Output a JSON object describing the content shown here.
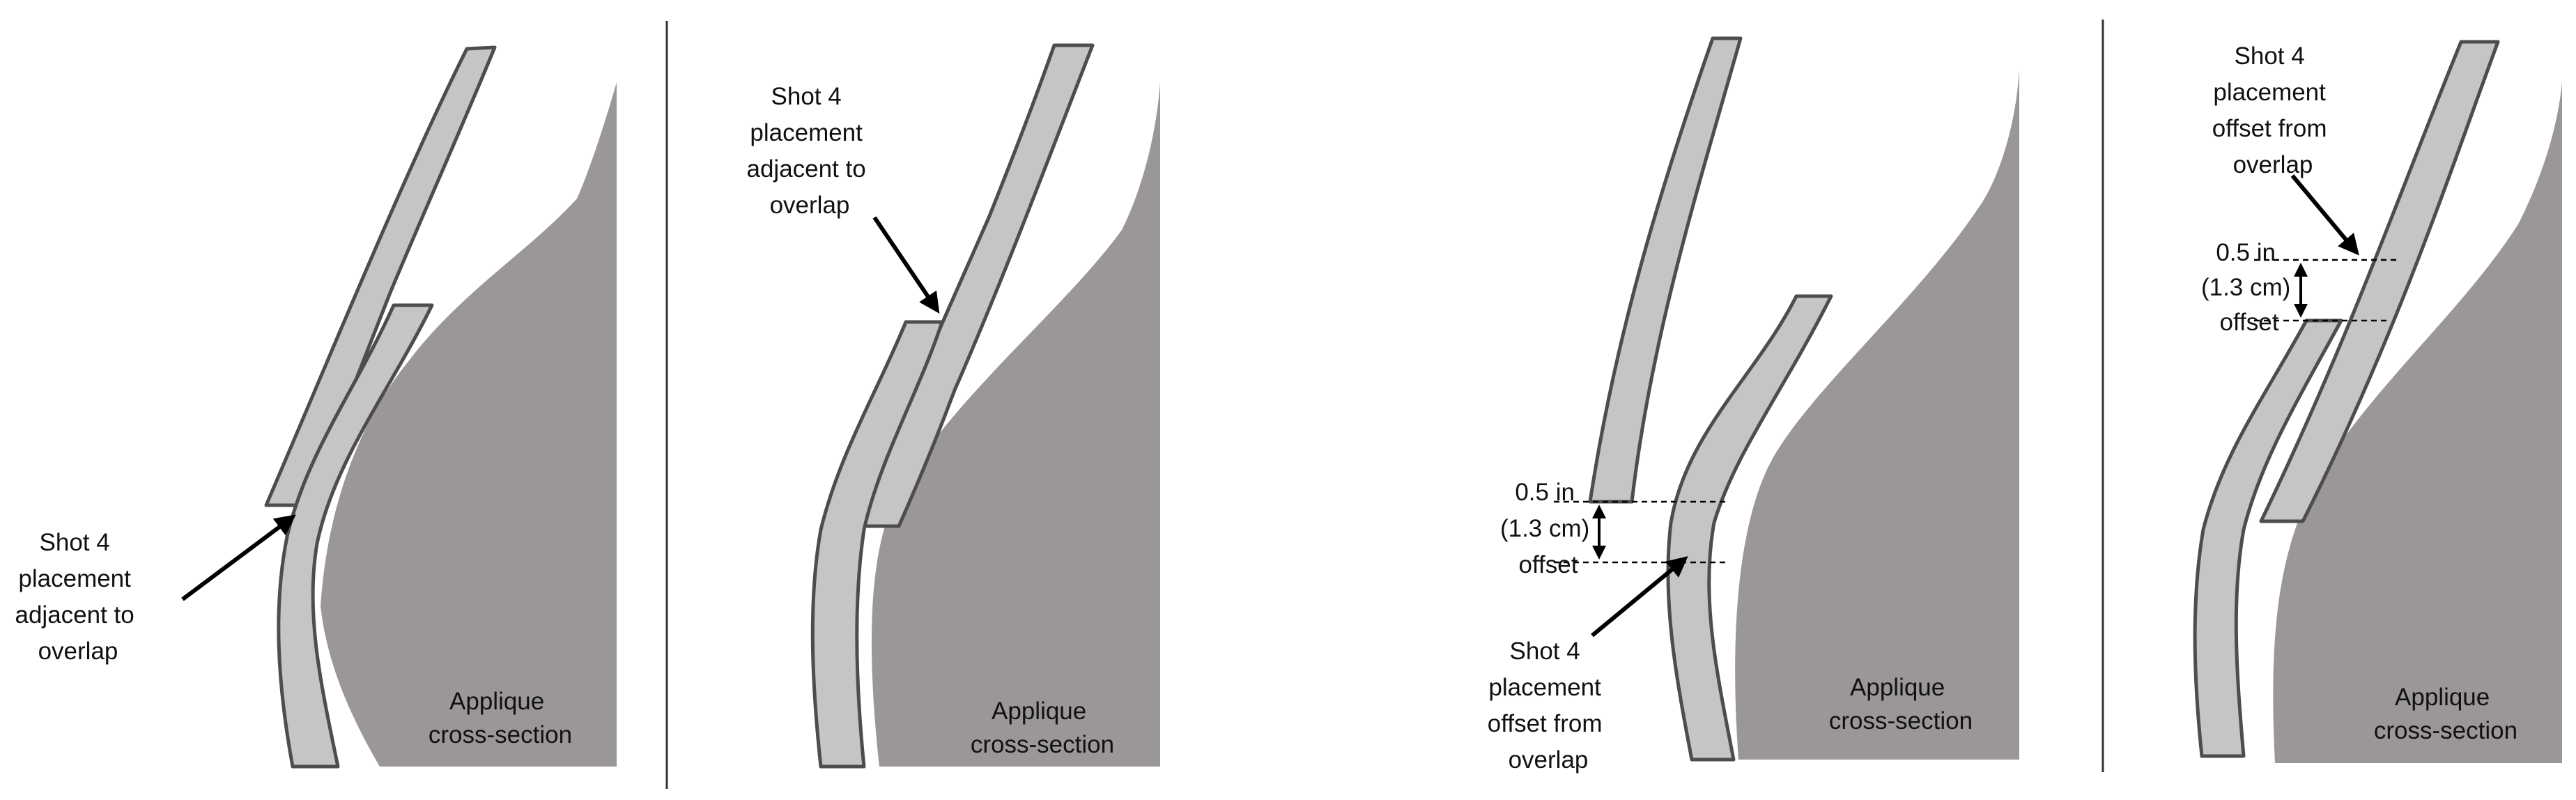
{
  "colors": {
    "applique": "#9b9797",
    "strip_fill": "#c5c5c5",
    "strip_stroke": "#4d4d4d",
    "divider": "#333333",
    "arrow": "#000000",
    "text": "#111111"
  },
  "panels": [
    {
      "callout": [
        "Shot 4",
        "placement",
        "adjacent to",
        "overlap"
      ],
      "section_label": [
        "Applique",
        "cross-section"
      ]
    },
    {
      "callout": [
        "Shot 4",
        "placement",
        "adjacent to",
        "overlap"
      ],
      "section_label": [
        "Applique",
        "cross-section"
      ]
    },
    {
      "callout": [
        "Shot 4",
        "placement",
        "offset from",
        "overlap"
      ],
      "offset_label": [
        "0.5 in",
        "(1.3 cm)",
        "offset"
      ],
      "section_label": [
        "Applique",
        "cross-section"
      ]
    },
    {
      "callout": [
        "Shot 4",
        "placement",
        "offset from",
        "overlap"
      ],
      "offset_label": [
        "0.5 in",
        "(1.3 cm)",
        "offset"
      ],
      "section_label": [
        "Applique",
        "cross-section"
      ]
    }
  ]
}
